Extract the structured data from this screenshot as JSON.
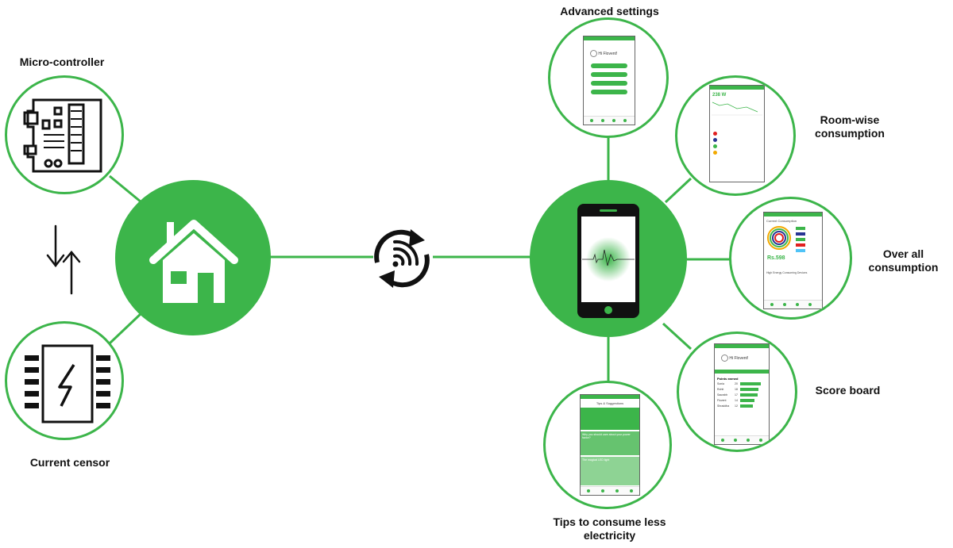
{
  "labels": {
    "micro_controller": "Micro-controller",
    "current_censor": "Current censor",
    "advanced_settings": "Advanced settings",
    "room_wise": [
      "Room-wise",
      "consumption"
    ],
    "over_all": [
      "Over all",
      "consumption"
    ],
    "score_board": "Score board",
    "tips": [
      "Tips to consume less",
      "electricity"
    ]
  },
  "screens": {
    "advanced": {
      "greeting": "Hi Flovent!"
    },
    "room": {
      "reading": "238 W"
    },
    "overall": {
      "title": "Current Consumption",
      "amount": "Rs.598",
      "subtitle": "High Energy Consuming Devices"
    },
    "score": {
      "greeting": "Hi Flovent!",
      "heading": "Points earned",
      "rows": [
        {
          "name": "Sonia",
          "points": "20",
          "frac": 1.0
        },
        {
          "name": "Rohit",
          "points": "18",
          "frac": 0.9
        },
        {
          "name": "Saurabh",
          "points": "17",
          "frac": 0.85
        },
        {
          "name": "Flovent",
          "points": "14",
          "frac": 0.7
        },
        {
          "name": "Shraddha",
          "points": "12",
          "frac": 0.6
        }
      ]
    },
    "tips": {
      "title": "Tips & Suggestions",
      "items": [
        "Why you should care about your power factor?",
        "The magical LED light"
      ]
    }
  },
  "colors": {
    "accent": "#3cb54a",
    "line": "#3cb54a",
    "ink": "#111111"
  },
  "icons": [
    "circuit-board-icon",
    "bidirectional-arrows-icon",
    "chip-lightning-icon",
    "house-icon",
    "sync-wireless-icon",
    "smartphone-icon"
  ]
}
